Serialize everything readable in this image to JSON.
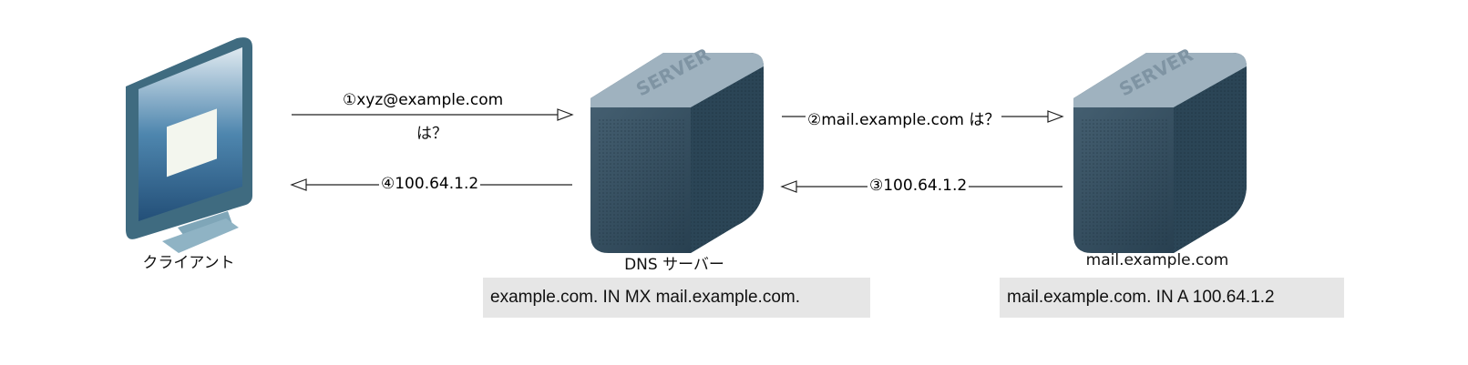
{
  "nodes": {
    "client": {
      "label": "クライアント"
    },
    "dns_server": {
      "label": "DNS サーバー",
      "badge": "SERVER"
    },
    "mail_server": {
      "label": "mail.example.com",
      "badge": "SERVER"
    }
  },
  "records": {
    "dns": "example.com. IN MX mail.example.com.",
    "mail": "mail.example.com. IN A 100.64.1.2"
  },
  "messages": {
    "m1_line1": "①xyz@example.com",
    "m1_line2": "は？",
    "m2": "②mail.example.com は？",
    "m3": "③100.64.1.2",
    "m4": "④100.64.1.2"
  },
  "colors": {
    "server_dark": "#2f4b5e",
    "server_top": "#9fb2bf",
    "record_bg": "#e6e6e6"
  }
}
